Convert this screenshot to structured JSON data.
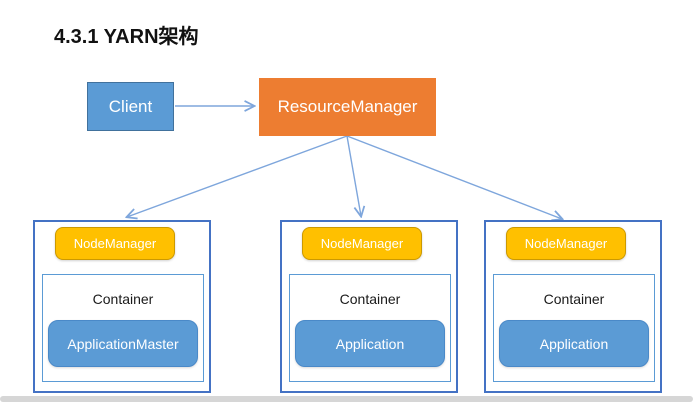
{
  "page": {
    "title": "4.3.1 YARN架构"
  },
  "diagram": {
    "client": {
      "label": "Client"
    },
    "resource_manager": {
      "label": "ResourceManager"
    },
    "nodes": [
      {
        "node_manager": "NodeManager",
        "container": "Container",
        "app": "ApplicationMaster"
      },
      {
        "node_manager": "NodeManager",
        "container": "Container",
        "app": "Application"
      },
      {
        "node_manager": "NodeManager",
        "container": "Container",
        "app": "Application"
      }
    ],
    "connections": [
      {
        "from": "Client",
        "to": "ResourceManager"
      },
      {
        "from": "ResourceManager",
        "to": "NodeManager-1"
      },
      {
        "from": "ResourceManager",
        "to": "NodeManager-2"
      },
      {
        "from": "ResourceManager",
        "to": "NodeManager-3"
      }
    ],
    "colors": {
      "client_fill": "#5B9BD5",
      "client_border": "#41719C",
      "resource_manager_fill": "#ED7D31",
      "node_manager_fill": "#FFC000",
      "node_manager_border": "#CC9900",
      "app_fill": "#5B9BD5",
      "node_border": "#4472C4",
      "container_border": "#5B9BD5",
      "arrow": "#7EA6DC",
      "bottom_bar": "#D6D6D6"
    }
  }
}
